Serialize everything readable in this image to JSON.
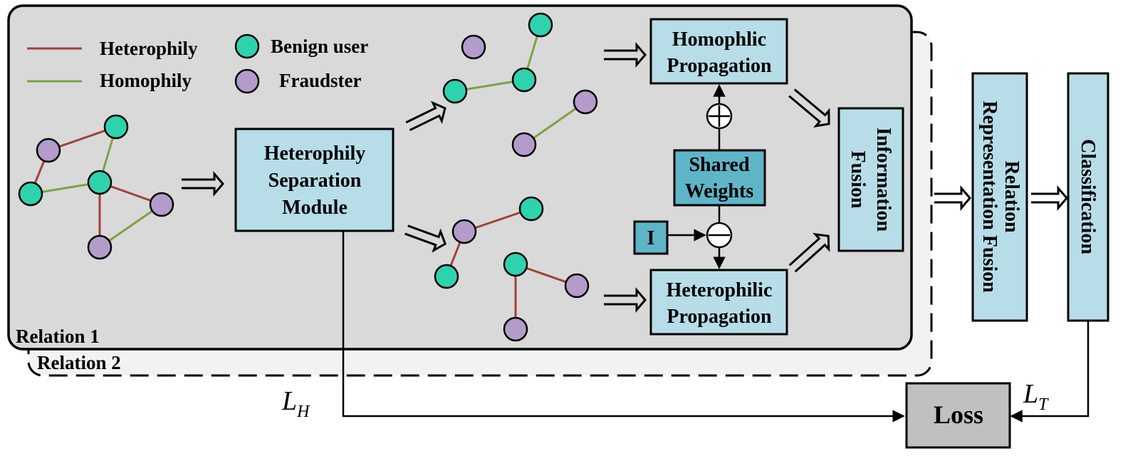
{
  "legend": {
    "heterophily": "Heterophily",
    "homophily": "Homophily",
    "benign": "Benign user",
    "fraudster": "Fraudster"
  },
  "relations": {
    "r1": "Relation 1",
    "r2": "Relation 2"
  },
  "modules": {
    "separation": [
      "Heterophily",
      "Separation",
      "Module"
    ],
    "homophilic": [
      "Homophlic",
      "Propagation"
    ],
    "heterophilic": [
      "Heterophilic",
      "Propagation"
    ],
    "shared": [
      "Shared",
      "Weights"
    ],
    "identity": "I",
    "info_fusion": [
      "Information",
      "Fusion"
    ],
    "relation_fusion": [
      "Relation",
      "Representation Fusion"
    ],
    "classification": "Classification",
    "loss": "Loss"
  },
  "losses": {
    "lh": {
      "base": "L",
      "sub": "H"
    },
    "lt": {
      "base": "L",
      "sub": "T"
    }
  },
  "colors": {
    "heterophily_edge": "#a0413a",
    "homophily_edge": "#7fa144",
    "benign_node": "#2ed3ae",
    "fraudster_node": "#b39ccb",
    "module_fill": "#b6dde8",
    "shared_fill": "#5fb5c8",
    "panel_fill": "#d9d9d9",
    "loss_fill": "#c0c0c0"
  }
}
